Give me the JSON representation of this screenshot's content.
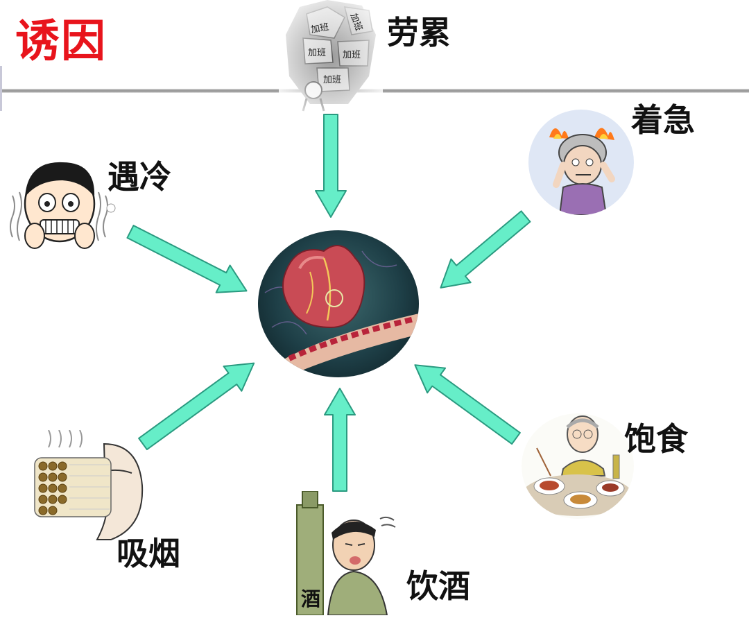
{
  "title": "诱因",
  "factors": {
    "overwork": "劳累",
    "anxiety": "着急",
    "cold": "遇冷",
    "overeating": "饱食",
    "smoking": "吸烟",
    "drinking": "饮酒"
  },
  "overwork_rocks": [
    "加班",
    "加班",
    "加班",
    "加班",
    "加班"
  ],
  "drinking_bottle_text": "酒",
  "colors": {
    "title": "#e8141c",
    "arrow": "#66eec8",
    "arrow_edge": "#2a9a80"
  }
}
